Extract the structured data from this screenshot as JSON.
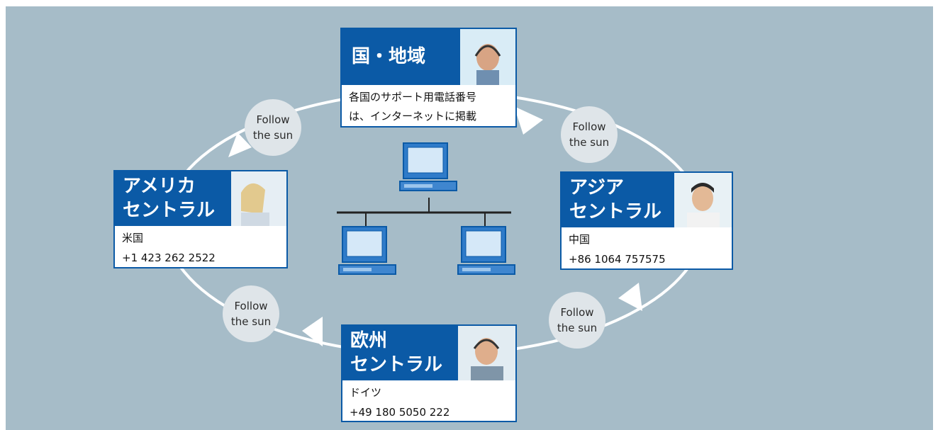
{
  "colors": {
    "background": "#a6bcc8",
    "brand_blue": "#0b5aa6",
    "ring": "#ffffff",
    "bubble": "#dfe5e9"
  },
  "cards": {
    "country": {
      "title": "国・地域",
      "body_line1": "各国のサポート用電話番号",
      "body_line2": "は、インターネットに掲載"
    },
    "america": {
      "title_line1": "アメリカ",
      "title_line2": "セントラル",
      "country": "米国",
      "phone": "+1 423 262 2522"
    },
    "asia": {
      "title_line1": "アジア",
      "title_line2": "セントラル",
      "country": "中国",
      "phone": "+86 1064 757575"
    },
    "europe": {
      "title_line1": "欧州",
      "title_line2": "セントラル",
      "country": "ドイツ",
      "phone": "+49 180 5050 222"
    }
  },
  "follow_the_sun": {
    "line1": "Follow",
    "line2": "the sun"
  },
  "icons": [
    "computer-icon",
    "network-icon",
    "person-photo"
  ]
}
